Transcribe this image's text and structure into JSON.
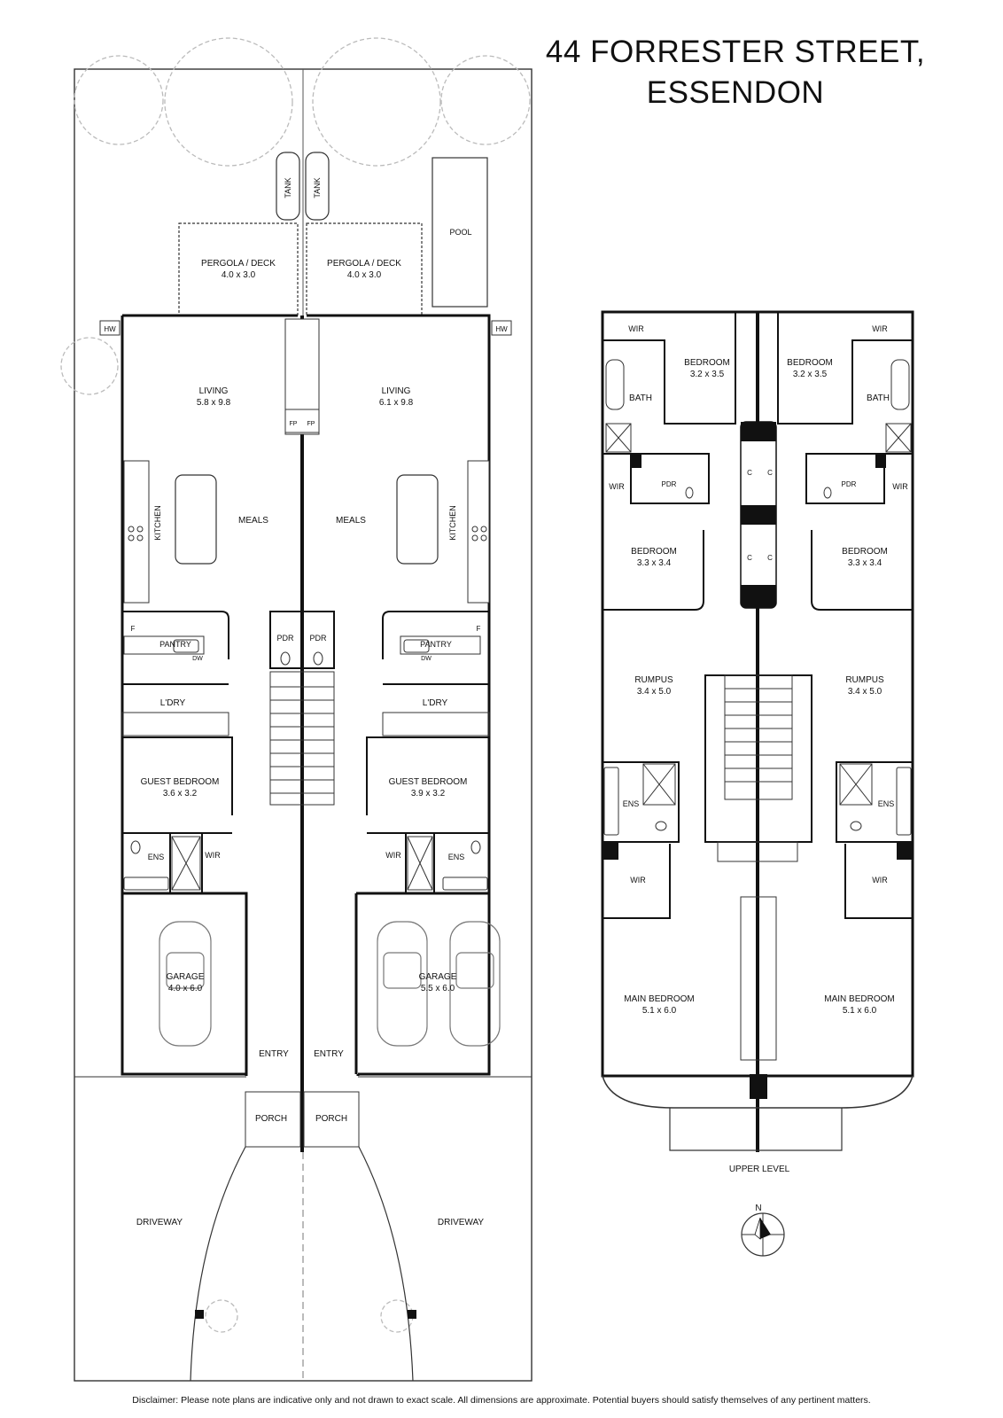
{
  "title": {
    "line1": "44 FORRESTER STREET,",
    "line2": "ESSENDON"
  },
  "ground": {
    "tanks": [
      "TANK",
      "TANK"
    ],
    "pool": "POOL",
    "pergola_left": {
      "name": "PERGOLA / DECK",
      "size": "4.0 x 3.0"
    },
    "pergola_right": {
      "name": "PERGOLA / DECK",
      "size": "4.0 x 3.0"
    },
    "hw": [
      "HW",
      "HW"
    ],
    "living_left": {
      "name": "LIVING",
      "size": "5.8 x 9.8"
    },
    "living_right": {
      "name": "LIVING",
      "size": "6.1 x 9.8"
    },
    "fp": [
      "FP",
      "FP"
    ],
    "meals": [
      "MEALS",
      "MEALS"
    ],
    "kitchen": [
      "KITCHEN",
      "KITCHEN"
    ],
    "pantry": [
      "PANTRY",
      "PANTRY"
    ],
    "f": [
      "F",
      "F"
    ],
    "dw": [
      "DW",
      "DW"
    ],
    "pdr": [
      "PDR",
      "PDR"
    ],
    "ldry": [
      "L'DRY",
      "L'DRY"
    ],
    "guest_left": {
      "name": "GUEST BEDROOM",
      "size": "3.6 x 3.2"
    },
    "guest_right": {
      "name": "GUEST BEDROOM",
      "size": "3.9 x 3.2"
    },
    "ens": [
      "ENS",
      "ENS"
    ],
    "wir": [
      "WIR",
      "WIR"
    ],
    "garage_left": {
      "name": "GARAGE",
      "size": "4.0 x 6.0"
    },
    "garage_right": {
      "name": "GARAGE",
      "size": "5.5 x 6.0"
    },
    "entry": [
      "ENTRY",
      "ENTRY"
    ],
    "porch": [
      "PORCH",
      "PORCH"
    ],
    "driveway": [
      "DRIVEWAY",
      "DRIVEWAY"
    ]
  },
  "upper": {
    "wir_top": [
      "WIR",
      "WIR"
    ],
    "bedroom_top_left": {
      "name": "BEDROOM",
      "size": "3.2 x 3.5"
    },
    "bedroom_top_right": {
      "name": "BEDROOM",
      "size": "3.2 x 3.5"
    },
    "bath": [
      "BATH",
      "BATH"
    ],
    "wir_mid": [
      "WIR",
      "WIR"
    ],
    "pdr": [
      "PDR",
      "PDR"
    ],
    "c": [
      "C",
      "C",
      "C",
      "C"
    ],
    "bedroom_mid_left": {
      "name": "BEDROOM",
      "size": "3.3 x 3.4"
    },
    "bedroom_mid_right": {
      "name": "BEDROOM",
      "size": "3.3 x 3.4"
    },
    "rumpus_left": {
      "name": "RUMPUS",
      "size": "3.4 x 5.0"
    },
    "rumpus_right": {
      "name": "RUMPUS",
      "size": "3.4 x 5.0"
    },
    "ens": [
      "ENS",
      "ENS"
    ],
    "wir_low": [
      "WIR",
      "WIR"
    ],
    "main_left": {
      "name": "MAIN BEDROOM",
      "size": "5.1 x 6.0"
    },
    "main_right": {
      "name": "MAIN BEDROOM",
      "size": "5.1 x 6.0"
    },
    "level_label": "UPPER LEVEL"
  },
  "compass": "N",
  "disclaimer": "Disclaimer: Please note plans are indicative only and not drawn to exact scale. All dimensions are approximate. Potential buyers should satisfy themselves of any pertinent matters."
}
